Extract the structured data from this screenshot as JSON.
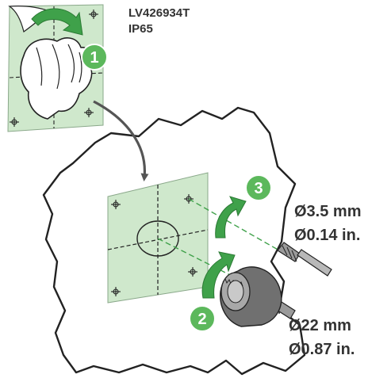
{
  "product": {
    "reference": "LV426934T",
    "protection": "IP65"
  },
  "steps": [
    "1",
    "2",
    "3"
  ],
  "drill_bit": {
    "diameter_mm": "Ø3.5 mm",
    "diameter_in": "Ø0.14 in."
  },
  "hole_saw": {
    "diameter_mm": "Ø22 mm",
    "diameter_in": "Ø0.87 in."
  },
  "colors": {
    "template_green": "#cfe8cc",
    "step_green": "#5cb85c",
    "arrow_green": "#3fa14a",
    "outline": "#222222",
    "text": "#333333",
    "tool_gray": "#707070"
  }
}
